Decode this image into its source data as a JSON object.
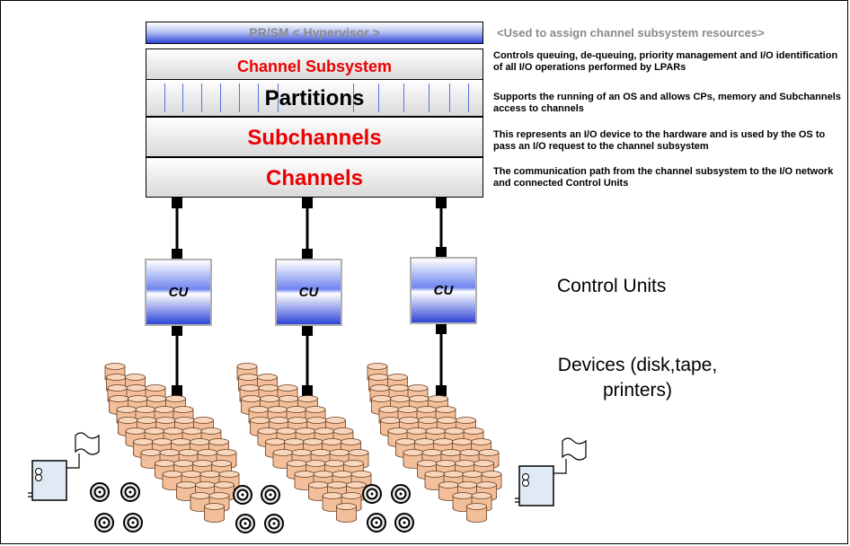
{
  "layers": {
    "prsm": "PR/SM < Hypervisor >",
    "channel_subsystem": "Channel Subsystem",
    "partitions": "Partitions",
    "subchannels": "Subchannels",
    "channels": "Channels"
  },
  "descriptions": {
    "prsm": "<Used to assign channel subsystem resources>",
    "channel_subsystem": "Controls queuing, de-queuing, priority management and I/O identification of all I/O operations performed by LPARs",
    "partitions": "Supports the running of an OS and allows CPs, memory and Subchannels access to channels",
    "subchannels": "This represents an I/O device to the hardware and is used by the OS to pass an I/O request to the channel subsystem",
    "channels": "The communication path from the channel subsystem to the I/O network and connected Control Units"
  },
  "control_unit_label": "CU",
  "labels": {
    "control_units": "Control Units",
    "devices": "Devices (disk,tape, printers)"
  },
  "colors": {
    "red_text": "#ee0000",
    "blue_accent": "#2f45d8",
    "disk": "#f2bf9a"
  }
}
